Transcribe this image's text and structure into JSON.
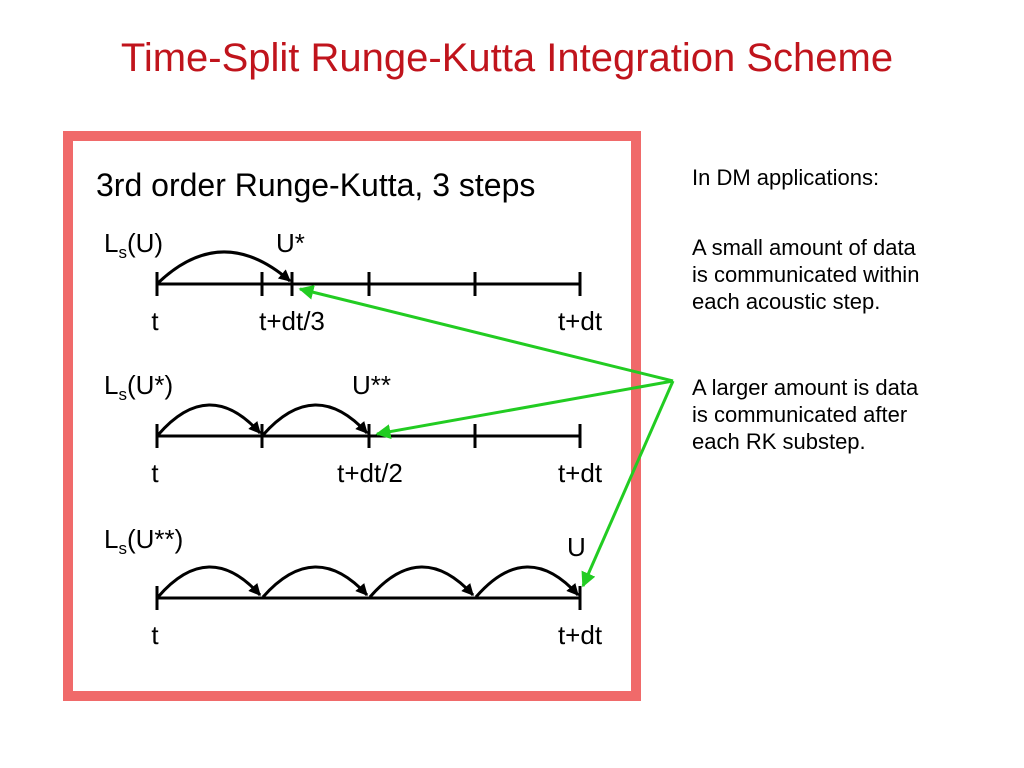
{
  "slide": {
    "title": "Time-Split Runge-Kutta Integration Scheme"
  },
  "diagram": {
    "heading": "3rd order Runge-Kutta, 3 steps",
    "rows": [
      {
        "op_base": "L",
        "op_sub": "s",
        "op_arg": "(U)",
        "result_label": "U*",
        "tick_start": "t",
        "tick_mid": "t+dt/3",
        "tick_end": "t+dt"
      },
      {
        "op_base": "L",
        "op_sub": "s",
        "op_arg": "(U*)",
        "result_label": "U**",
        "tick_start": "t",
        "tick_mid": "t+dt/2",
        "tick_end": "t+dt"
      },
      {
        "op_base": "L",
        "op_sub": "s",
        "op_arg": "(U**)",
        "result_label": "U",
        "tick_start": "t",
        "tick_end": "t+dt"
      }
    ]
  },
  "notes": {
    "intro": "In DM applications:",
    "small_line1": "A small amount of data",
    "small_line2": "is communicated within",
    "small_line3": "each acoustic step.",
    "large_line1": "A larger amount is data",
    "large_line2": "is communicated after",
    "large_line3": "each RK substep."
  },
  "colors": {
    "title": "#c0141c",
    "frame_border": "#f06a6a",
    "pointer_arrow": "#22cc22",
    "ink": "#000000"
  }
}
